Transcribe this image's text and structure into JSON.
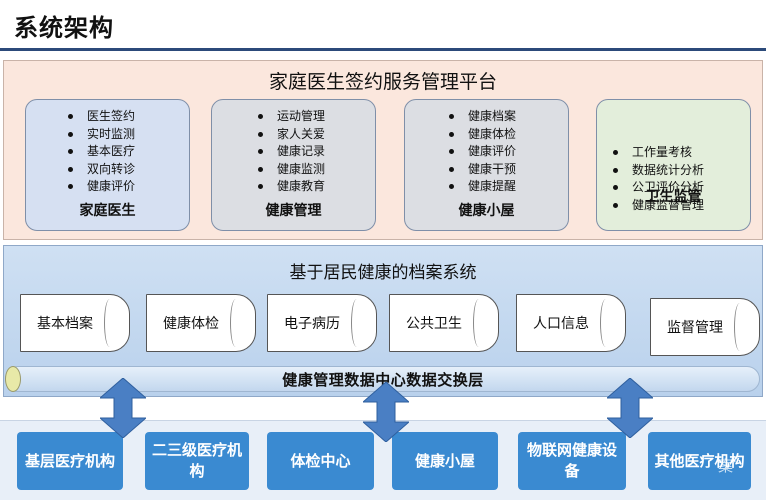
{
  "page_title": "系统架构",
  "platform": {
    "title": "家庭医生签约服务管理平台",
    "modules": [
      {
        "name": "家庭医生",
        "items": [
          "医生签约",
          "实时监测",
          "基本医疗",
          "双向转诊",
          "健康评价"
        ],
        "color": "#d6e0f2"
      },
      {
        "name": "健康管理",
        "items": [
          "运动管理",
          "家人关爱",
          "健康记录",
          "健康监测",
          "健康教育"
        ],
        "color": "#dcdee3"
      },
      {
        "name": "健康小屋",
        "items": [
          "健康档案",
          "健康体检",
          "健康评价",
          "健康干预",
          "健康提醒"
        ],
        "color": "#dcdee3"
      },
      {
        "name": "卫生监管",
        "items": [
          "工作量考核",
          "数据统计分析",
          "公卫评价分析",
          "健康监督管理"
        ],
        "color": "#e3eedb"
      }
    ]
  },
  "archive": {
    "title": "基于居民健康的档案系统",
    "stores": [
      "基本档案",
      "健康体检",
      "电子病历",
      "公共卫生",
      "人口信息",
      "监督管理"
    ],
    "exchange_layer": "健康管理数据中心数据交换层"
  },
  "sources": {
    "items": [
      "基层医疗机构",
      "二三级医疗机构",
      "体检中心",
      "健康小屋",
      "物联网健康设备",
      "其他医疗机构"
    ]
  },
  "watermark": "案"
}
